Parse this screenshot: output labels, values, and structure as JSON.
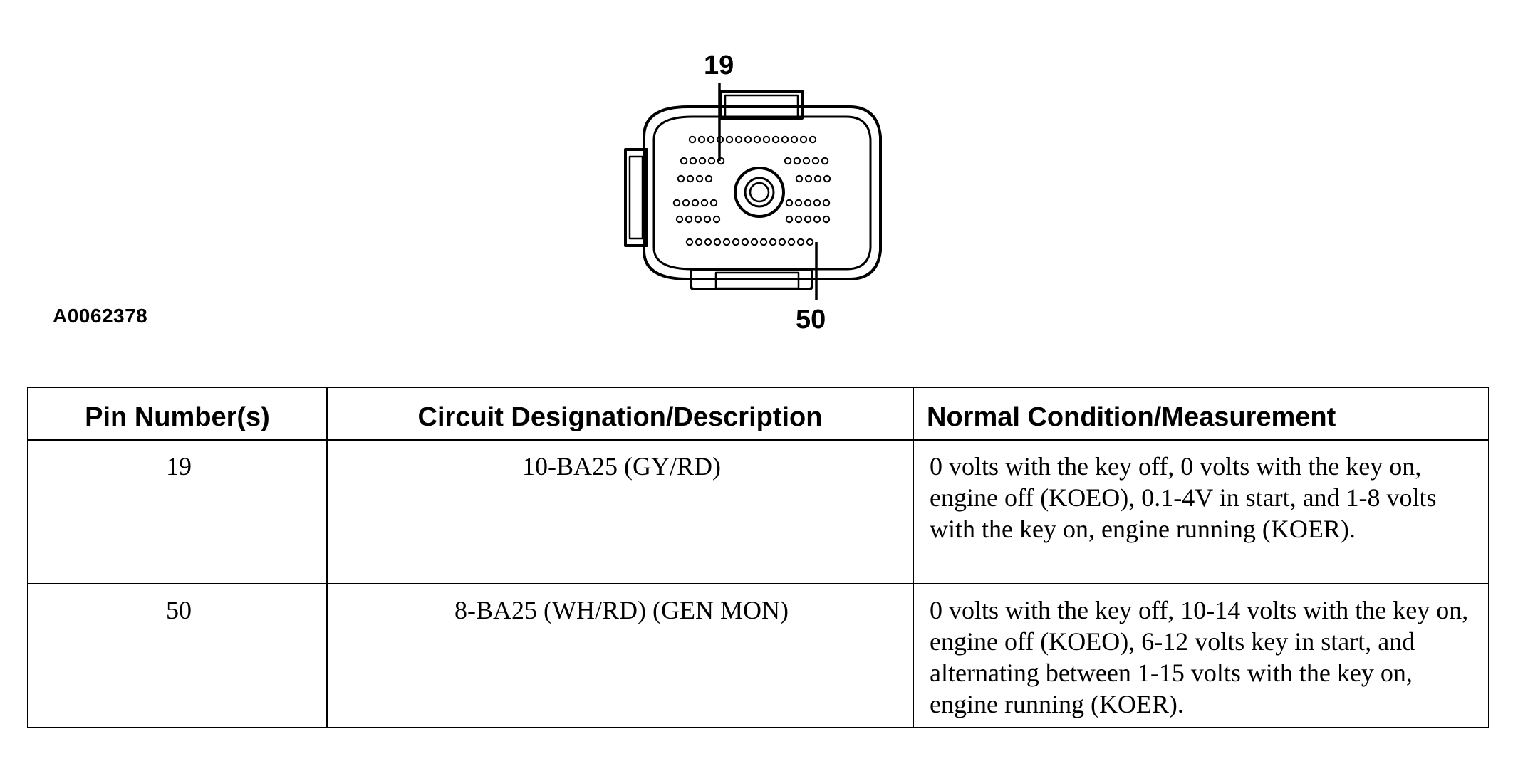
{
  "figure": {
    "id": "A0062378",
    "callouts": [
      "19",
      "50"
    ]
  },
  "table": {
    "headers": [
      "Pin Number(s)",
      "Circuit Designation/Description",
      "Normal Condition/Measurement"
    ],
    "rows": [
      {
        "pin": "19",
        "circuit": "10-BA25 (GY/RD)",
        "condition": "0 volts with the key off, 0 volts with the key on, engine off (KOEO), 0.1-4V in start, and 1-8 volts with the key on, engine running (KOER)."
      },
      {
        "pin": "50",
        "circuit": "8-BA25 (WH/RD) (GEN MON)",
        "condition": "0 volts with the key off, 10-14 volts with the key on, engine off (KOEO), 6-12 volts key in start, and alternating between 1-15 volts with the key on, engine running (KOER)."
      }
    ]
  }
}
